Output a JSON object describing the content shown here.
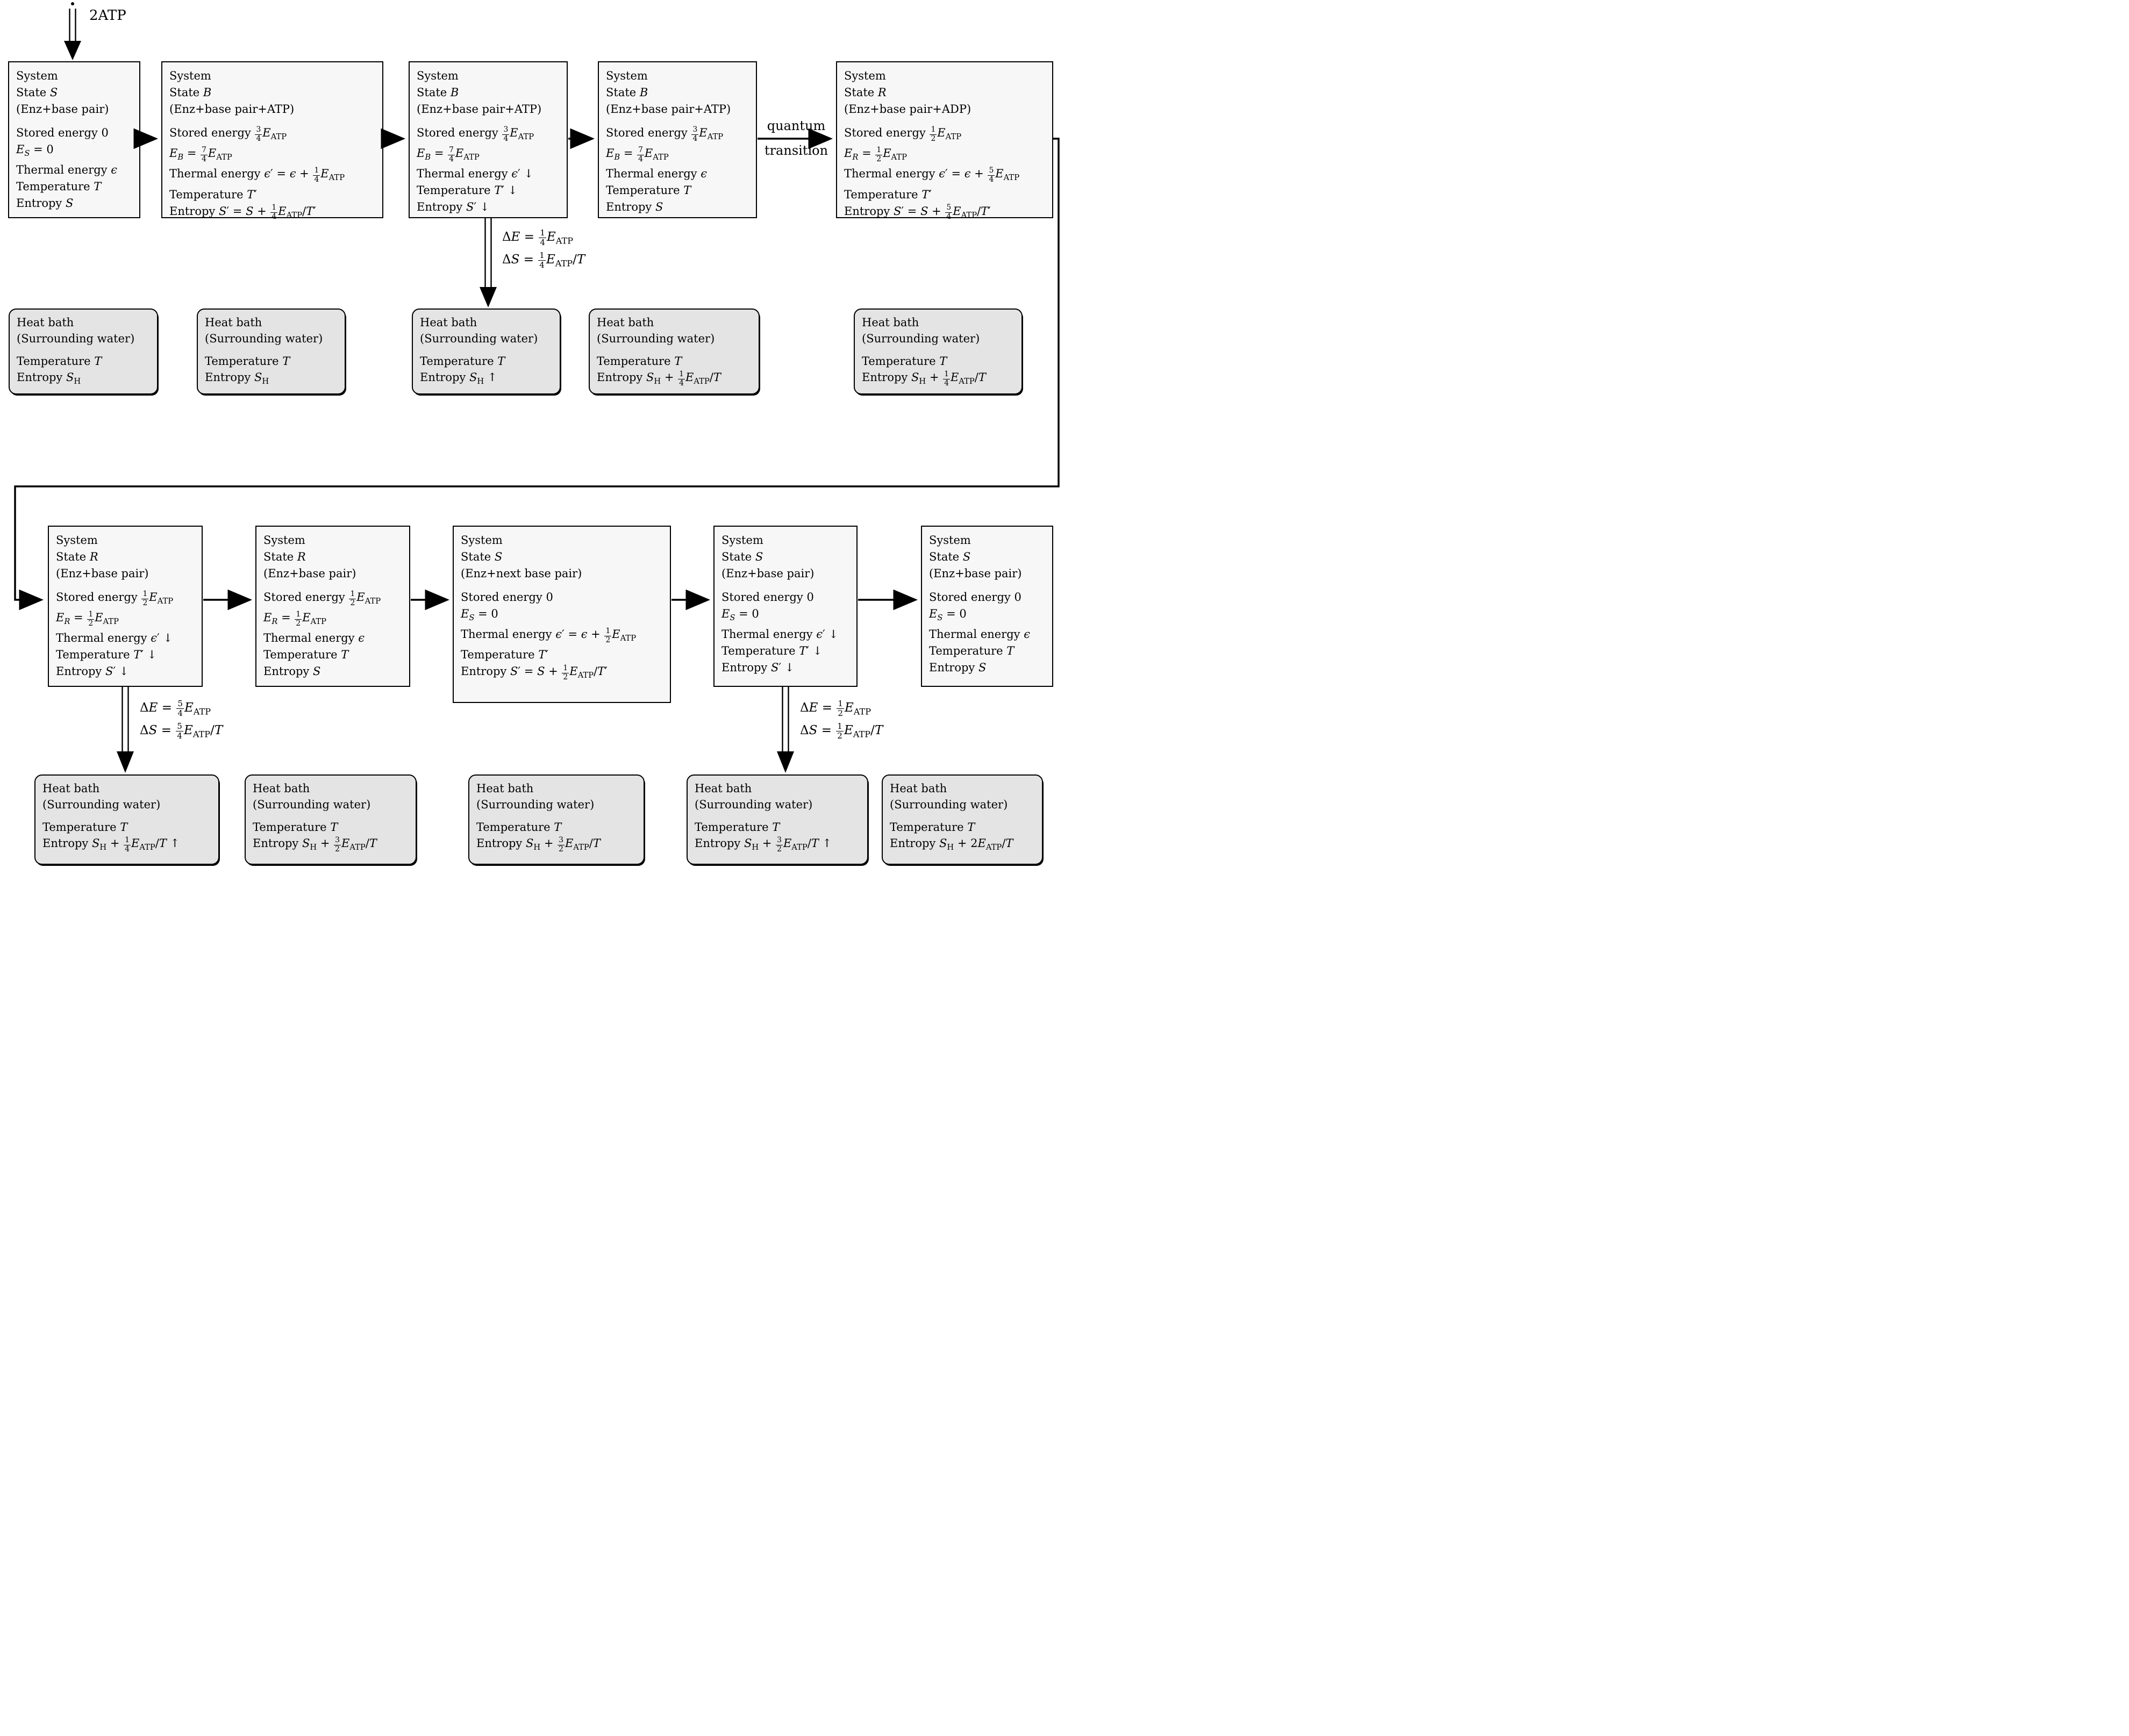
{
  "colors": {
    "system_box_fill": "#f7f7f7",
    "heat_bath_fill": "#e4e4e4",
    "line_color": "#000000",
    "text_color": "#000000"
  },
  "labels": {
    "atp_input": "2ATP",
    "quantum_line1": "quantum",
    "quantum_line2": "transition"
  },
  "system_boxes": [
    {
      "key": "s-initial",
      "title": "System",
      "state": "State $S$",
      "composition": "(Enz+base pair)",
      "lines": [
        "Stored energy 0",
        "$E$~$S$~ = 0",
        "Thermal energy $ϵ$",
        "Temperature $T$",
        "Entropy $S$"
      ]
    },
    {
      "key": "b-bound",
      "title": "System",
      "state": "State $B$",
      "composition": "(Enz+base pair+ATP)",
      "lines": [
        "Stored energy {3/4}$E$~ATP~",
        "$E$~$B$~ = {7/4}$E$~ATP~",
        "Thermal energy $ϵ$′ = $ϵ$ + {1/4}$E$~ATP~",
        "Temperature $T$′",
        "Entropy $S$′ = $S$ + {1/4}$E$~ATP~/$T$′"
      ]
    },
    {
      "key": "b-cooling",
      "title": "System",
      "state": "State $B$",
      "composition": "(Enz+base pair+ATP)",
      "lines": [
        "Stored energy {3/4}$E$~ATP~",
        "$E$~$B$~ = {7/4}$E$~ATP~",
        "Thermal energy $ϵ$′ ↓",
        "Temperature $T$′ ↓",
        "Entropy $S$′ ↓"
      ]
    },
    {
      "key": "b-equilibrated",
      "title": "System",
      "state": "State $B$",
      "composition": "(Enz+base pair+ATP)",
      "lines": [
        "Stored energy {3/4}$E$~ATP~",
        "$E$~$B$~ = {7/4}$E$~ATP~",
        "Thermal energy $ϵ$",
        "Temperature $T$",
        "Entropy $S$"
      ]
    },
    {
      "key": "r-after-transition",
      "title": "System",
      "state": "State $R$",
      "composition": "(Enz+base pair+ADP)",
      "lines": [
        "Stored energy {1/2}$E$~ATP~",
        "$E$~$R$~ = {1/2}$E$~ATP~",
        "Thermal energy $ϵ$′ = $ϵ$ + {5/4}$E$~ATP~",
        "Temperature $T$′",
        "Entropy $S$′ = $S$ + {5/4}$E$~ATP~/$T$′"
      ]
    },
    {
      "key": "r-cooling",
      "title": "System",
      "state": "State $R$",
      "composition": "(Enz+base pair)",
      "lines": [
        "Stored energy {1/2}$E$~ATP~",
        "$E$~$R$~ = {1/2}$E$~ATP~",
        "Thermal energy $ϵ$′ ↓",
        "Temperature $T$′ ↓",
        "Entropy $S$′ ↓"
      ]
    },
    {
      "key": "r-equilibrated",
      "title": "System",
      "state": "State $R$",
      "composition": "(Enz+base pair)",
      "lines": [
        "Stored energy {1/2}$E$~ATP~",
        "$E$~$R$~ = {1/2}$E$~ATP~",
        "Thermal energy $ϵ$",
        "Temperature $T$",
        "Entropy $S$"
      ]
    },
    {
      "key": "s-next",
      "title": "System",
      "state": "State $S$",
      "composition": "(Enz+next base pair)",
      "lines": [
        "Stored energy 0",
        "$E$~$S$~ = 0",
        "Thermal energy $ϵ$′ = $ϵ$ + {1/2}$E$~ATP~",
        "Temperature $T$′",
        "Entropy $S$′ = $S$ + {1/2}$E$~ATP~/$T$′"
      ]
    },
    {
      "key": "s-cooling",
      "title": "System",
      "state": "State $S$",
      "composition": "(Enz+base pair)",
      "lines": [
        "Stored energy 0",
        "$E$~$S$~ = 0",
        "Thermal energy $ϵ$′ ↓",
        "Temperature $T$′ ↓",
        "Entropy $S$′ ↓"
      ]
    },
    {
      "key": "s-final",
      "title": "System",
      "state": "State $S$",
      "composition": "(Enz+base pair)",
      "lines": [
        "Stored energy 0",
        "$E$~$S$~ = 0",
        "Thermal energy $ϵ$",
        "Temperature $T$",
        "Entropy $S$"
      ]
    }
  ],
  "heat_baths": [
    {
      "key": "top-1",
      "title": "Heat bath",
      "composition": "(Surrounding water)",
      "lines": [
        "Temperature $T$",
        "Entropy $S$~H~"
      ]
    },
    {
      "key": "top-2",
      "title": "Heat bath",
      "composition": "(Surrounding water)",
      "lines": [
        "Temperature $T$",
        "Entropy $S$~H~"
      ]
    },
    {
      "key": "top-3",
      "title": "Heat bath",
      "composition": "(Surrounding water)",
      "lines": [
        "Temperature $T$",
        "Entropy $S$~H~ ↑"
      ]
    },
    {
      "key": "top-4",
      "title": "Heat bath",
      "composition": "(Surrounding water)",
      "lines": [
        "Temperature $T$",
        "Entropy $S$~H~ + {1/4}$E$~ATP~/$T$"
      ]
    },
    {
      "key": "top-5",
      "title": "Heat bath",
      "composition": "(Surrounding water)",
      "lines": [
        "Temperature $T$",
        "Entropy $S$~H~ + {1/4}$E$~ATP~/$T$"
      ]
    },
    {
      "key": "bottom-1",
      "title": "Heat bath",
      "composition": "(Surrounding water)",
      "lines": [
        "Temperature $T$",
        "Entropy $S$~H~ + {1/4}$E$~ATP~/$T$ ↑"
      ]
    },
    {
      "key": "bottom-2",
      "title": "Heat bath",
      "composition": "(Surrounding water)",
      "lines": [
        "Temperature $T$",
        "Entropy $S$~H~ + {3/2}$E$~ATP~/$T$"
      ]
    },
    {
      "key": "bottom-3",
      "title": "Heat bath",
      "composition": "(Surrounding water)",
      "lines": [
        "Temperature $T$",
        "Entropy $S$~H~ + {3/2}$E$~ATP~/$T$"
      ]
    },
    {
      "key": "bottom-4",
      "title": "Heat bath",
      "composition": "(Surrounding water)",
      "lines": [
        "Temperature $T$",
        "Entropy $S$~H~ + {3/2}$E$~ATP~/$T$ ↑"
      ]
    },
    {
      "key": "bottom-5",
      "title": "Heat bath",
      "composition": "(Surrounding water)",
      "lines": [
        "Temperature $T$",
        "Entropy $S$~H~ + 2$E$~ATP~/$T$"
      ]
    }
  ],
  "transfer_labels": [
    {
      "key": "top",
      "lines": [
        "Δ$E$ = {1/4}$E$~ATP~",
        "Δ$S$ = {1/4}$E$~ATP~/$T$"
      ]
    },
    {
      "key": "bottom-left",
      "lines": [
        "Δ$E$ = {5/4}$E$~ATP~",
        "Δ$S$ = {5/4}$E$~ATP~/$T$"
      ]
    },
    {
      "key": "bottom-right",
      "lines": [
        "Δ$E$ = {1/2}$E$~ATP~",
        "Δ$S$ = {1/2}$E$~ATP~/$T$"
      ]
    }
  ]
}
